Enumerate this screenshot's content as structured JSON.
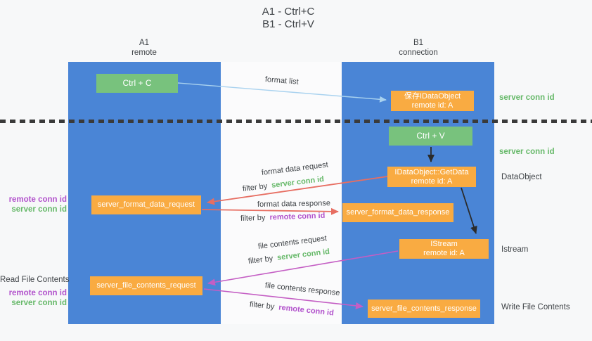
{
  "title": {
    "line1": "A1 - Ctrl+C",
    "line2": "B1 - Ctrl+V"
  },
  "columns": {
    "left": {
      "id": "A1",
      "role": "remote"
    },
    "right": {
      "id": "B1",
      "role": "connection"
    }
  },
  "boxes": {
    "ctrl_c": "Ctrl + C",
    "ctrl_v": "Ctrl + V",
    "save_idataobject": {
      "title": "保存IDataObject",
      "subtitle": "remote id: A"
    },
    "getdata": {
      "title": "IDataObject::GetData",
      "subtitle": "remote id: A"
    },
    "istream": {
      "title": "IStream",
      "subtitle": "remote id: A"
    },
    "format_request": "server_format_data_request",
    "format_response": "server_format_data_response",
    "file_request": "server_file_contents_request",
    "file_response": "server_file_contents_response"
  },
  "flow_labels": {
    "format_list": "format list",
    "format_data_request": "format data request",
    "format_data_response": "format data response",
    "file_contents_request": "file contents request",
    "file_contents_response": "file contents response",
    "filter_by": "filter by",
    "server_conn_id": "server conn id",
    "remote_conn_id": "remote conn id"
  },
  "side_labels": {
    "server_conn_id_top": "server conn id",
    "server_conn_id_mid": "server conn id",
    "dataobject": "DataObject",
    "istream": "Istream",
    "write_file_contents": "Write File Contents",
    "read_file_contents": "Read File Contents",
    "remote_conn_id": "remote conn id",
    "server_conn_id": "server conn id"
  },
  "colors": {
    "column_blue": "#4a85d6",
    "box_green": "#78c27d",
    "box_orange": "#f9ab42",
    "arrow_red": "#e76e62",
    "arrow_magenta": "#c45ec4",
    "arrow_light_blue": "#a9d2ef",
    "arrow_black": "#2b2b2b",
    "text_green": "#67b96a",
    "text_purple": "#b253cc"
  }
}
